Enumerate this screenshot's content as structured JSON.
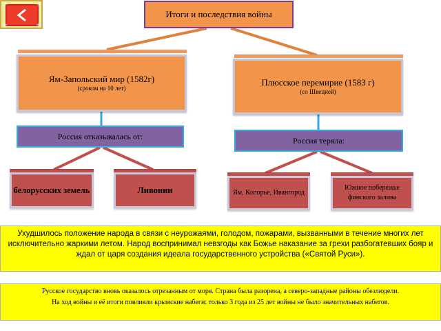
{
  "nav": {
    "back_icon": "back-arrow-icon"
  },
  "diagram": {
    "title": "Итоги и последствия войны",
    "left_treaty": {
      "title": "Ям-Запольский мир (1582г)",
      "subtitle": "(сроком на 10 лет)"
    },
    "right_treaty": {
      "title": "Плюсское перемирие (1583 г)",
      "subtitle": "(со Швецией)"
    },
    "left_label": "Россия отказывалась от:",
    "right_label": "Россия теряла:",
    "left_items": [
      "белорусских земель",
      "Ливонии"
    ],
    "right_items": [
      "Ям, Копорье, Ивангород",
      "Южное побережье финского залива"
    ]
  },
  "notes": {
    "first": "Ухудшилось положение народа в связи с неурожаями, голодом, пожарами, вызванными в течение многих лет исключительно жаркими летом. Народ воспринимал невзгоды как Божье наказание за грехи разбогатевших бояр и ждал от царя создания идеала государственного устройства («Святой Руси»).",
    "second_line1": "Русское государство вновь оказалось отрезанным от моря. Страна была разорена, а северо-западные районы обезлюдели.",
    "second_line2": "На ход войны и её итоги повлияли крымские набеги: только 3 года из 25 лет войны не было значительных набегов."
  },
  "colors": {
    "orange": "#f2944a",
    "purple": "#8163a1",
    "red": "#c0504d",
    "yellow": "#ffff00",
    "connector_blue": "#34a8e0",
    "title_border": "#7d3aa1"
  }
}
